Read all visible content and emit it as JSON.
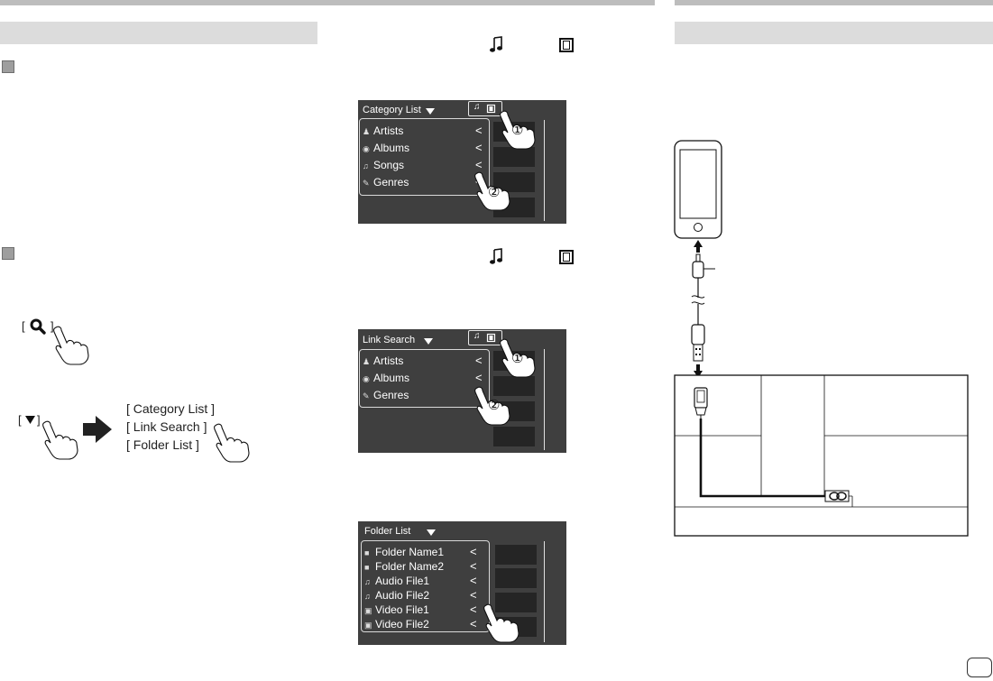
{
  "icons": [
    "music-note-icon",
    "film-icon",
    "search-icon",
    "triangle-down-icon",
    "hand-pointer-icon",
    "arrow-right-icon",
    "person-icon",
    "disc-icon",
    "guitar-icon",
    "folder-icon",
    "audio-file-icon",
    "video-file-icon",
    "smartphone-icon",
    "usb-plug-icon",
    "usb-port-icon"
  ],
  "category_screen": {
    "title": "Category List",
    "items": [
      "Artists",
      "Albums",
      "Songs",
      "Genres"
    ],
    "callouts": [
      "①",
      "②"
    ]
  },
  "link_screen": {
    "title": "Link Search",
    "items": [
      "Artists",
      "Albums",
      "Genres"
    ],
    "callouts": [
      "①",
      "②"
    ]
  },
  "folder_screen": {
    "title": "Folder List",
    "items": [
      "Folder Name1",
      "Folder Name2",
      "Audio File1",
      "Audio File2",
      "Video File1",
      "Video File2"
    ]
  },
  "left_panel": {
    "search_bracket_open": "[",
    "search_bracket_close": "]",
    "menu_bracket_open": "[",
    "menu_bracket_close": "]",
    "list_options": [
      "[ Category List ]",
      "[ Link Search ]",
      "[ Folder List ]"
    ]
  },
  "colors": {
    "screen_bg": "#3f3f3f",
    "header_bar": "#dcdcdc",
    "top_bar": "#bdbdbd"
  }
}
